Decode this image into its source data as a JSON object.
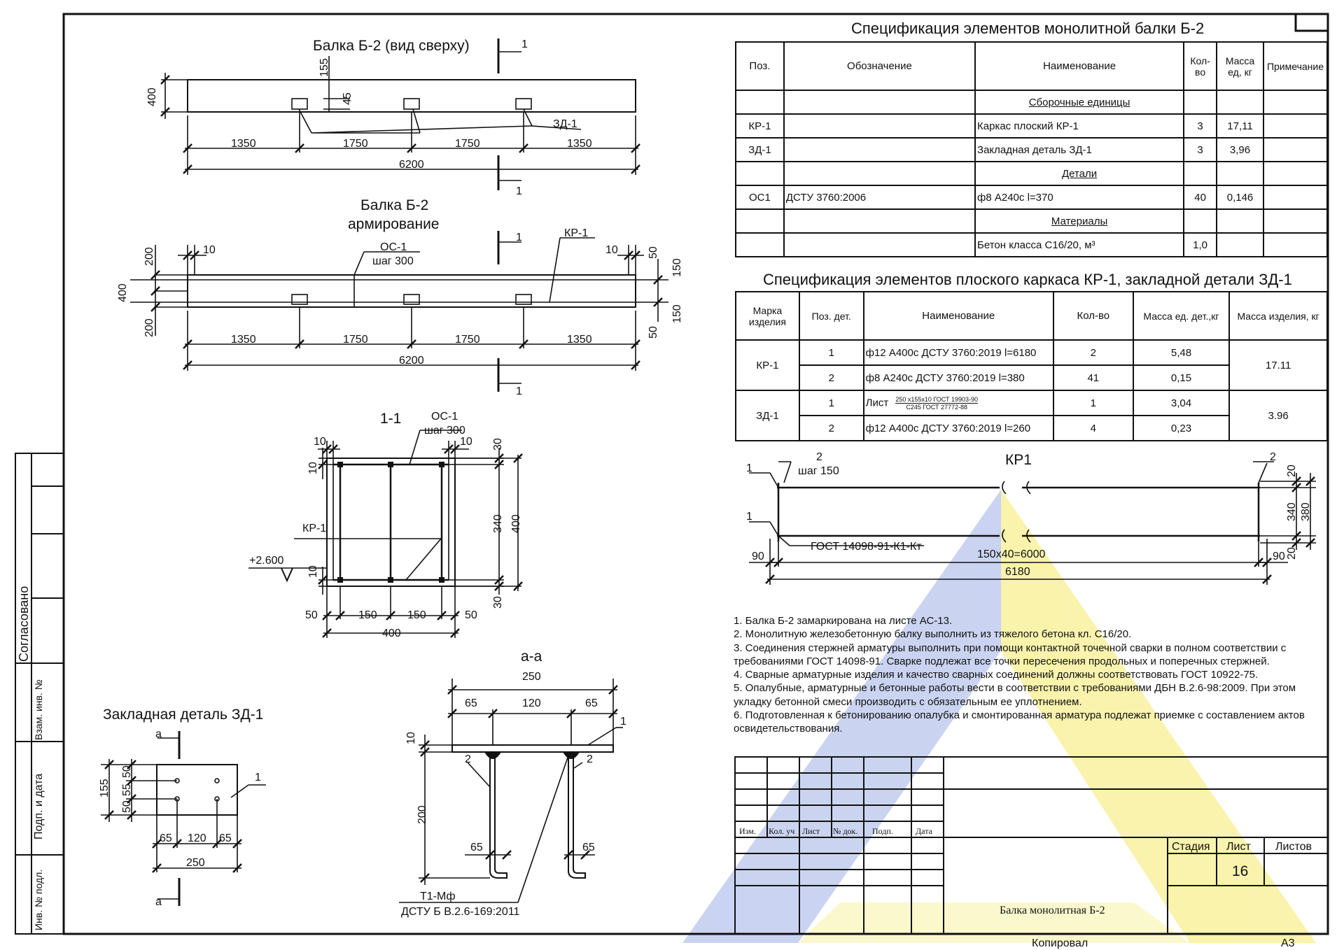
{
  "top_view": {
    "title": "Балка Б-2 (вид сверху)",
    "dim_height": "400",
    "dim_155": "155",
    "dim_45": "45",
    "part_label": "ЗД-1",
    "spans": [
      "1350",
      "1750",
      "1750",
      "1350"
    ],
    "total": "6200",
    "section_mark": "1"
  },
  "reinf_view": {
    "title_line1": "Балка Б-2",
    "title_line2": "армирование",
    "dim_200_top": "200",
    "dim_400": "400",
    "dim_200_bot": "200",
    "dim_10_left": "10",
    "dim_10_right": "10",
    "stirrup_label": "ОС-1",
    "stirrup_step": "шаг 300",
    "frame_label": "КР-1",
    "dim_50_top": "50",
    "dim_150_top": "150",
    "dim_150_bot": "150",
    "dim_50_bot": "50",
    "spans": [
      "1350",
      "1750",
      "1750",
      "1350"
    ],
    "total": "6200",
    "section_mark": "1"
  },
  "section_1_1": {
    "title": "1-1",
    "stirrup_label": "ОС-1",
    "stirrup_step": "шаг 300",
    "dim_10_a": "10",
    "dim_10_b": "10",
    "dim_10_c": "10",
    "dim_10_d": "10",
    "frame_label": "КР-1",
    "level": "+2.600",
    "dim_30_top": "30",
    "dim_340": "340",
    "dim_400_v": "400",
    "dim_30_bot": "30",
    "bottom_dims": [
      "50",
      "150",
      "150",
      "50"
    ],
    "total": "400"
  },
  "embedded_detail": {
    "title": "Закладная деталь ЗД-1",
    "section_letter": "а",
    "dim_155": "155",
    "dims_v": [
      "50",
      "55",
      "50"
    ],
    "bottom_dims": [
      "65",
      "120",
      "65"
    ],
    "total": "250",
    "pos": "1"
  },
  "section_a_a": {
    "title": "а-а",
    "total": "250",
    "top_dims": [
      "65",
      "120",
      "65"
    ],
    "dim_10": "10",
    "dim_200": "200",
    "pos1": "1",
    "pos2a": "2",
    "pos2b": "2",
    "dim_65_a": "65",
    "dim_65_b": "65",
    "weld_label": "Т1-Мф",
    "weld_std": "ДСТУ Б В.2.6-169:2011"
  },
  "spec1": {
    "title": "Спецификация элементов монолитной балки Б-2",
    "headers": [
      "Поз.",
      "Обозначение",
      "Наименование",
      "Кол-во",
      "Масса ед, кг",
      "Примечание"
    ],
    "section_assembly": "Сборочные единицы",
    "row_kr1": [
      "КР-1",
      "",
      "Каркас плоский КР-1",
      "3",
      "17,11",
      ""
    ],
    "row_zd1": [
      "ЗД-1",
      "",
      "Закладная деталь ЗД-1",
      "3",
      "3,96",
      ""
    ],
    "section_details": "Детали",
    "row_os1": [
      "ОС1",
      "ДСТУ 3760:2006",
      "ф8 А240с l=370",
      "40",
      "0,146",
      ""
    ],
    "section_materials": "Материалы",
    "row_concrete": [
      "",
      "",
      "Бетон класса С16/20, м³",
      "1,0",
      "",
      ""
    ]
  },
  "spec2": {
    "title": "Спецификация элементов плоского каркаса КР-1, закладной детали ЗД-1",
    "headers": [
      "Марка изделия",
      "Поз. дет.",
      "Наименование",
      "Кол-во",
      "Масса ед. дет.,кг",
      "Масса изделия, кг"
    ],
    "kr1_mark": "КР-1",
    "kr1_mass": "17.11",
    "kr1_rows": [
      [
        "1",
        "ф12 А400с ДСТУ 3760:2019 l=6180",
        "2",
        "5,48"
      ],
      [
        "2",
        "ф8 А240с ДСТУ 3760:2019 l=380",
        "41",
        "0,15"
      ]
    ],
    "zd1_mark": "ЗД-1",
    "zd1_mass": "3.96",
    "zd1_row1_pos": "1",
    "zd1_row1_prefix": "Лист",
    "zd1_row1_top": "250 х155х10 ГОСТ 19903-90",
    "zd1_row1_bot": "С245 ГОСТ 27772-88",
    "zd1_row1_qty": "1",
    "zd1_row1_mass": "3,04",
    "zd1_row2": [
      "2",
      "ф12 А400с ДСТУ 3760:2019 l=260",
      "4",
      "0,23"
    ]
  },
  "kr1_drawing": {
    "title": "КР1",
    "pos2_left": "2",
    "step": "шаг 150",
    "pos1_top": "1",
    "pos1_bot": "1",
    "pos2_right": "2",
    "gost": "ГОСТ 14098-91-К1-Кт",
    "dim_90_left": "90",
    "dim_90_right": "90",
    "span": "150х40=6000",
    "total": "6180",
    "dim_20_top": "20",
    "dim_340": "340",
    "dim_380": "380",
    "dim_20_bot": "20"
  },
  "notes": [
    "1. Балка Б-2 замаркирована на листе АС-13.",
    "2. Монолитную железобетонную балку выполнить из тяжелого бетона кл. С16/20.",
    "3. Соединения стержней арматуры выполнить при помощи контактной точечной сварки в полном соответствии с требованиями ГОСТ 14098-91. Сварке подлежат все точки пересечения продольных и поперечных стержней.",
    "4. Сварные арматурные изделия и качество сварных соединений должны соответствовать ГОСТ 10922-75.",
    "5. Опалубные, арматурные и бетонные работы вести в соответствии с требованиями ДБН В.2.6-98:2009. При этом укладку бетонной смеси производить с обязательным ее уплотнением.",
    "6. Подготовленная к бетонированию опалубка и смонтированная арматура подлежат приемке с составлением актов освидетельствования."
  ],
  "title_block": {
    "izm": "Изм.",
    "kol_uch": "Кол. уч",
    "list": "Лист",
    "n_dok": "№ док.",
    "podp": "Подп.",
    "data": "Дата",
    "stadia": "Стадия",
    "list2": "Лист",
    "listov": "Листов",
    "sheet_no": "16",
    "name": "Балка монолитная Б-2",
    "kopiroval": "Копировал",
    "format": "А3"
  },
  "side_stamp": {
    "soglasovano": "Согласовано",
    "vzam": "Взам. инв. №",
    "podp_data": "Подп. и дата",
    "inv": "Инв. № подл."
  },
  "colors": {
    "watermark_blue": "#9fb0e6",
    "watermark_yellow": "#f5ea6a"
  }
}
